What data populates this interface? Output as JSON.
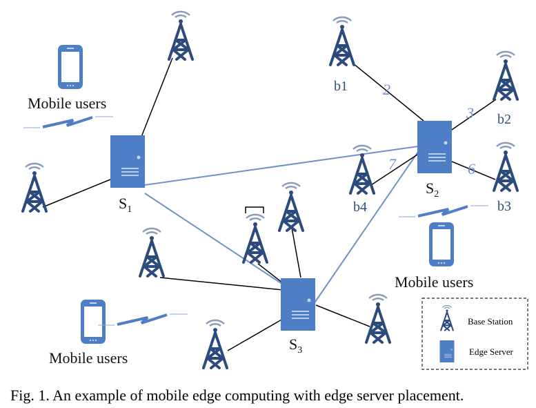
{
  "colors": {
    "accent": "#4a6fb3",
    "server_body": "#4e7ec6",
    "server_line": "#7091c8",
    "tower": "#2c4a7c",
    "signal": "#8a9ab8",
    "edge_black": "#000000"
  },
  "icons": {
    "tower": "base-station-icon",
    "server": "edge-server-icon",
    "phone": "mobile-phone-icon",
    "wireless": "lightning-icon"
  },
  "servers": {
    "s1": {
      "main": "S",
      "sub": "1"
    },
    "s2": {
      "main": "S",
      "sub": "2"
    },
    "s3": {
      "main": "S",
      "sub": "3"
    }
  },
  "stations": {
    "b1": "b1",
    "b2": "b2",
    "b3": "b3",
    "b4": "b4"
  },
  "edge_weights": {
    "b1_s2": "2",
    "b2_s2": "3",
    "b3_s2": "6",
    "b4_s2": "7"
  },
  "mobile_users": {
    "top_left": "Mobile users",
    "right": "Mobile users",
    "bottom_left": "Mobile users"
  },
  "legend": {
    "base_station": "Base Station",
    "edge_server": "Edge Server"
  },
  "caption": "Fig. 1. An example of mobile edge computing with edge server placement."
}
